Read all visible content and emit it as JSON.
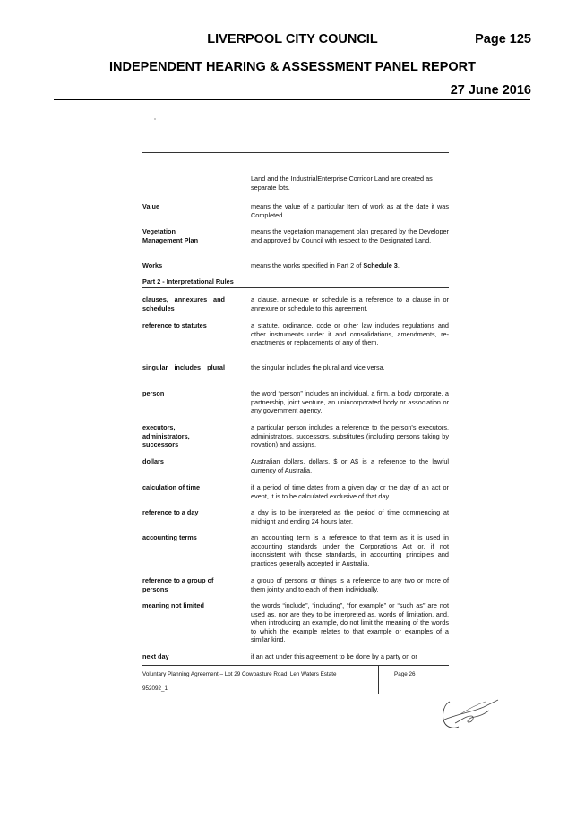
{
  "header": {
    "council": "LIVERPOOL CITY COUNCIL",
    "page": "Page 125",
    "panel": "INDEPENDENT HEARING & ASSESSMENT PANEL REPORT",
    "date": "27 June 2016"
  },
  "document": {
    "continuation": "Land and the IndustrialEnterprise Corridor Land are created as separate lots.",
    "definitions": [
      {
        "term": "Value",
        "definition": "means the value of a particular Item of work as at the date it was Completed."
      },
      {
        "term": "Vegetation Management Plan",
        "definition": "means the vegetation management plan prepared by the Developer and approved by Council with respect to the Designated Land."
      },
      {
        "term": "Works",
        "definition_pre": "means the works specified in Part 2 of ",
        "definition_bold": "Schedule 3",
        "definition_post": "."
      }
    ],
    "part2_heading": "Part 2 - Interpretational Rules",
    "rules": [
      {
        "term": "clauses, annexures and schedules",
        "text": "a clause, annexure or schedule is a reference to a clause in or annexure or schedule to this agreement."
      },
      {
        "term": "reference to statutes",
        "text": "a statute, ordinance, code or other law includes regulations and other instruments under it and consolidations, amendments, re-enactments or replacements of any of them."
      },
      {
        "term": "singular includes plural",
        "text": "the singular includes the plural and vice versa."
      },
      {
        "term": "person",
        "text": "the word “person” includes an individual, a firm, a body corporate, a partnership, joint venture, an unincorporated body or association or any government agency."
      },
      {
        "term": "executors, administrators, successors",
        "text": "a particular person includes a reference to the person's executors, administrators, successors, substitutes (including persons taking by novation) and assigns."
      },
      {
        "term": "dollars",
        "text": "Australian dollars, dollars, $ or A$ is a reference to the lawful currency of Australia."
      },
      {
        "term": "calculation of time",
        "text": "if a period of time dates from a given day or the day of an act or event, it is to be calculated exclusive of that day."
      },
      {
        "term": "reference to a day",
        "text": "a day is to be interpreted as the period of time commencing at midnight and ending 24 hours later."
      },
      {
        "term": "accounting terms",
        "text": "an accounting term is a reference to that term as it is used in accounting standards under the Corporations Act or, if not inconsistent with those standards, in accounting principles and practices generally accepted in Australia."
      },
      {
        "term": "reference to a group of persons",
        "text": "a group of persons or things is a reference to any two or more of them jointly and to each of them individually."
      },
      {
        "term": "meaning not limited",
        "text": "the words “include”, “including”, “for example” or “such as” are not used as, nor are they to be interpreted as, words of limitation, and, when introducing an example, do not limit the meaning of the words to which the example relates to that example or examples of a similar kind."
      },
      {
        "term": "next day",
        "text": "if an act under this agreement to be done by a party on or"
      }
    ]
  },
  "footer": {
    "agreement": "Voluntary Planning Agreement – Lot 29 Cowpasture Road, Len Waters Estate",
    "ref": "952092_1",
    "page": "Page 26"
  }
}
